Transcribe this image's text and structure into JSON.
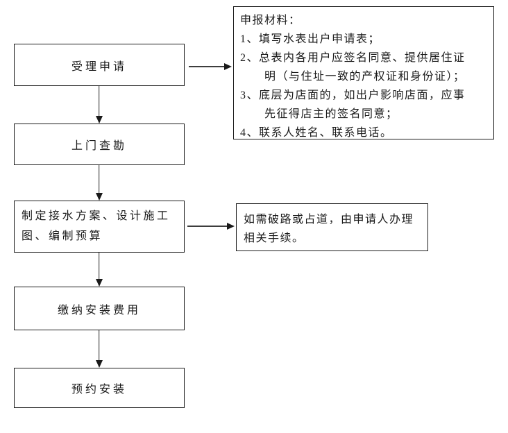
{
  "flow": {
    "steps": [
      {
        "label": "受理申请"
      },
      {
        "label": "上门查勘"
      },
      {
        "label": "制定接水方案、设计施工\n图、编制预算"
      },
      {
        "label": "缴纳安装费用"
      },
      {
        "label": "预约安装"
      }
    ]
  },
  "notes": {
    "materials": {
      "title": "申报材料：",
      "items": [
        "1、填写水表出户申请表；",
        "2、总表内各用户应签名同意、提供居住证\n明（与住址一致的产权证和身份证）；",
        "3、底层为店面的，如出户影响店面，应事\n先征得店主的签名同意；",
        "4、联系人姓名、联系电话。"
      ]
    },
    "road": "如需破路或占道，由申请人办理\n相关手续。"
  },
  "colors": {
    "background": "#ffffff",
    "box_border": "#1a1a1a",
    "text": "#1a1a1a",
    "arrow": "#2b2b2b"
  }
}
